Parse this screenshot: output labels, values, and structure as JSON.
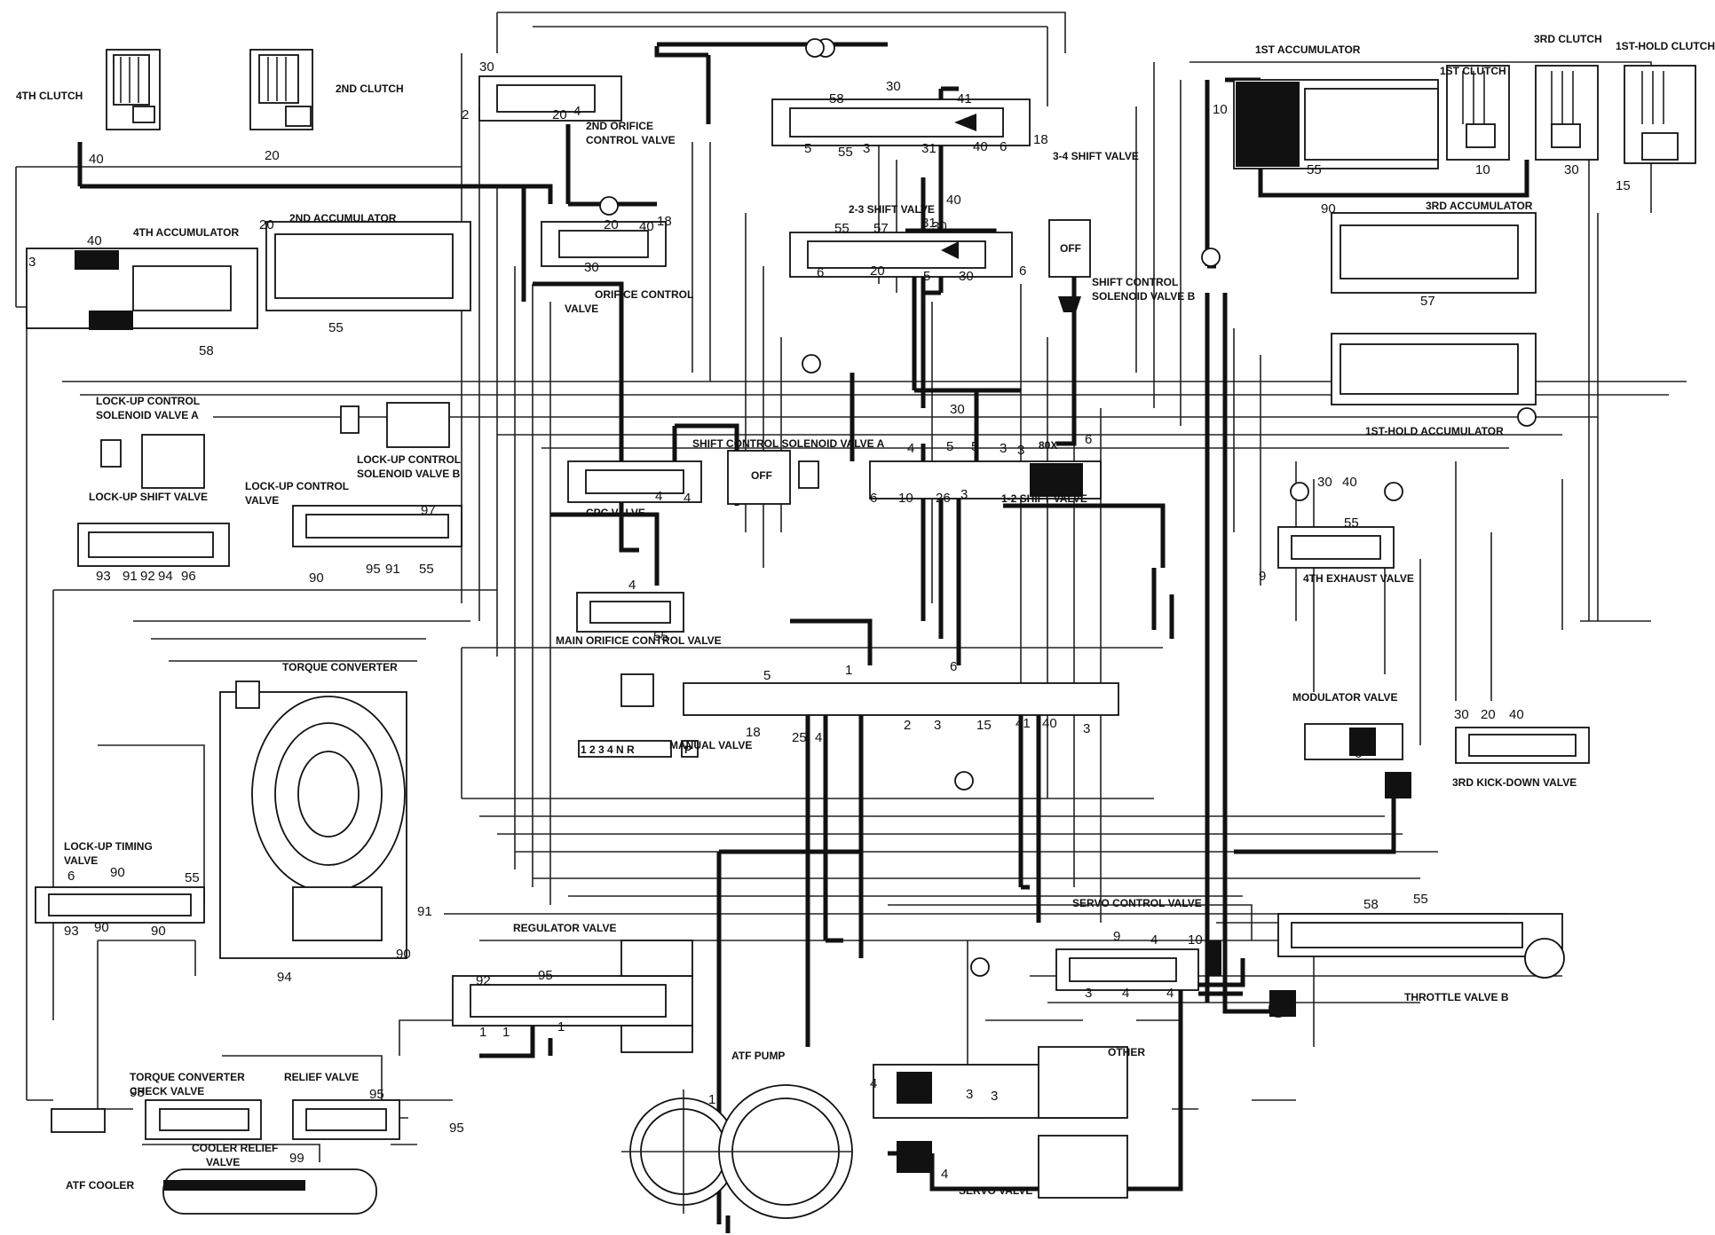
{
  "components": {
    "clutch_4th": "4TH CLUTCH",
    "clutch_2nd": "2ND CLUTCH",
    "accum_1st": "1ST ACCUMULATOR",
    "clutch_1st": "1ST CLUTCH",
    "clutch_3rd": "3RD CLUTCH",
    "clutch_1st_hold": "1ST-HOLD CLUTCH",
    "orifice_ctrl_2nd_a": "2ND ORIFICE",
    "orifice_ctrl_2nd_b": "CONTROL VALVE",
    "shift_34": "3-4 SHIFT VALVE",
    "accum_4th": "4TH ACCUMULATOR",
    "accum_2nd": "2ND ACCUMULATOR",
    "shift_23": "2-3 SHIFT VALVE",
    "accum_3rd": "3RD ACCUMULATOR",
    "orifice_ctrl_a": "ORIFICE CONTROL",
    "orifice_ctrl_b": "VALVE",
    "scs_b_a": "SHIFT CONTROL",
    "scs_b_b": "SOLENOID VALVE B",
    "off_b": "OFF",
    "luc_a_a": "LOCK-UP CONTROL",
    "luc_a_b": "SOLENOID VALVE A",
    "luc_b_a": "LOCK-UP CONTROL",
    "luc_b_b": "SOLENOID VALVE B",
    "accum_1st_hold": "1ST-HOLD ACCUMULATOR",
    "scs_a": "SHIFT CONTROL SOLENOID VALVE A",
    "off_a": "OFF",
    "lockup_shift": "LOCK-UP SHIFT VALVE",
    "lockup_ctrl_a": "LOCK-UP CONTROL",
    "lockup_ctrl_b": "VALVE",
    "cpc": "CPC VALVE",
    "shift_12": "1-2 SHIFT VALVE",
    "exhaust_4th": "4TH EXHAUST VALVE",
    "main_orifice": "MAIN ORIFICE CONTROL VALVE",
    "torque_conv": "TORQUE CONVERTER",
    "manual": "MANUAL VALVE",
    "modulator": "MODULATOR VALVE",
    "kickdown_3rd": "3RD KICK-DOWN VALVE",
    "lockup_timing_a": "LOCK-UP TIMING",
    "lockup_timing_b": "VALVE",
    "servo_ctrl": "SERVO CONTROL VALVE",
    "regulator": "REGULATOR VALVE",
    "throttle_b": "THROTTLE VALVE B",
    "atf_pump": "ATF PUMP",
    "tc_check_a": "TORQUE CONVERTER",
    "tc_check_b": "CHECK VALVE",
    "relief": "RELIEF VALVE",
    "other": "OTHER",
    "cooler_relief_a": "COOLER RELIEF",
    "cooler_relief_b": "VALVE",
    "servo": "SERVO VALVE",
    "atf_cooler": "ATF COOLER",
    "gear_selector": "1 2 3 4 N R",
    "park": "P",
    "box": "80X"
  },
  "ports": [
    "40",
    "20",
    "10",
    "10",
    "30",
    "15",
    "30",
    "2",
    "20",
    "4",
    "30",
    "41",
    "40",
    "18",
    "6",
    "58",
    "5",
    "55",
    "3",
    "31",
    "40",
    "90",
    "55",
    "57",
    "20",
    "18",
    "40",
    "30",
    "40",
    "3",
    "55",
    "58",
    "20",
    "30",
    "31",
    "6",
    "20",
    "5",
    "30",
    "6",
    "57",
    "55",
    "6",
    "4",
    "5",
    "3",
    "5",
    "3",
    "30",
    "4",
    "4",
    "6",
    "10",
    "26",
    "3",
    "30",
    "40",
    "55",
    "93",
    "91",
    "92",
    "94",
    "96",
    "90",
    "95",
    "91",
    "55",
    "97",
    "9",
    "4",
    "55",
    "5",
    "6",
    "1",
    "18",
    "25",
    "4",
    "2",
    "3",
    "15",
    "41",
    "40",
    "3",
    "30",
    "20",
    "40",
    "6",
    "6",
    "90",
    "55",
    "93",
    "90",
    "90",
    "91",
    "90",
    "94",
    "58",
    "55",
    "9",
    "4",
    "10",
    "92",
    "95",
    "1",
    "1",
    "1",
    "3",
    "4",
    "4",
    "3",
    "4",
    "3",
    "93",
    "95",
    "95",
    "99",
    "1",
    "4"
  ],
  "exhaust_marks": [
    "x"
  ],
  "colors": {
    "line": "#111111",
    "background": "#ffffff"
  }
}
